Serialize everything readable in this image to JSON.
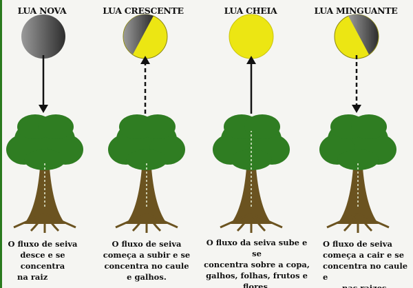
{
  "phases": [
    {
      "title": "LUA NOVA",
      "caption": [
        "O fluxo de seiva",
        "desce e se concentra",
        "na raiz"
      ],
      "arrow": "down-solid"
    },
    {
      "title": "LUA CRESCENTE",
      "caption": [
        "O fluxo de seiva",
        "começa a subir e se",
        "concentra no caule",
        "e galhos."
      ],
      "arrow": "up-dashed"
    },
    {
      "title": "LUA CHEIA",
      "caption": [
        "O fluxo da seiva sube e se",
        "concentra sobre a copa,",
        "galhos, folhas, frutos e",
        "flores."
      ],
      "arrow": "up-solid"
    },
    {
      "title": "LUA MINGUANTE",
      "caption": [
        "O fluxo de seiva",
        "começa a cair e se",
        "concentra no caule e",
        "nas raizes."
      ],
      "arrow": "down-dashed"
    }
  ],
  "colors": {
    "moon_lit": "#ece613",
    "moon_dark": "#5a5a5a",
    "foliage": "#2f7d22",
    "trunk": "#6b5320",
    "border": "#2a7a1e"
  }
}
